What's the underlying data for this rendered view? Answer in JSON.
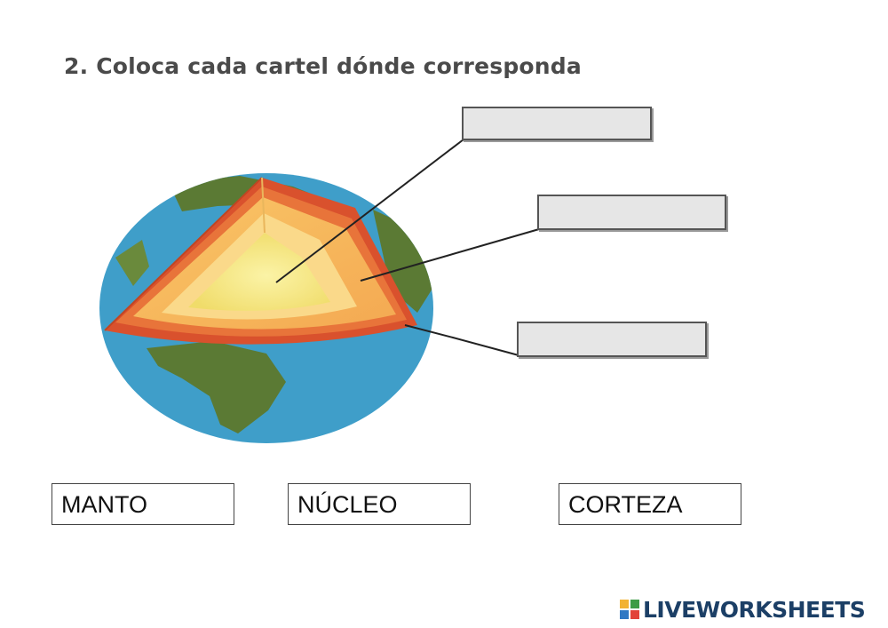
{
  "instruction": "2. Coloca cada cartel dónde corresponda",
  "diagram": {
    "image_name": "earth-layers-cutaway",
    "drop_targets": [
      {
        "id": "drop-target-1",
        "value": ""
      },
      {
        "id": "drop-target-2",
        "value": ""
      },
      {
        "id": "drop-target-3",
        "value": ""
      }
    ]
  },
  "word_bank": {
    "cards": [
      {
        "label": "MANTO"
      },
      {
        "label": "NÚCLEO"
      },
      {
        "label": "CORTEZA"
      }
    ]
  },
  "branding": {
    "logo_text": "LIVEWORKSHEETS",
    "brand_color": "#1c3f66",
    "icon": "liveworksheets-logo-icon"
  }
}
